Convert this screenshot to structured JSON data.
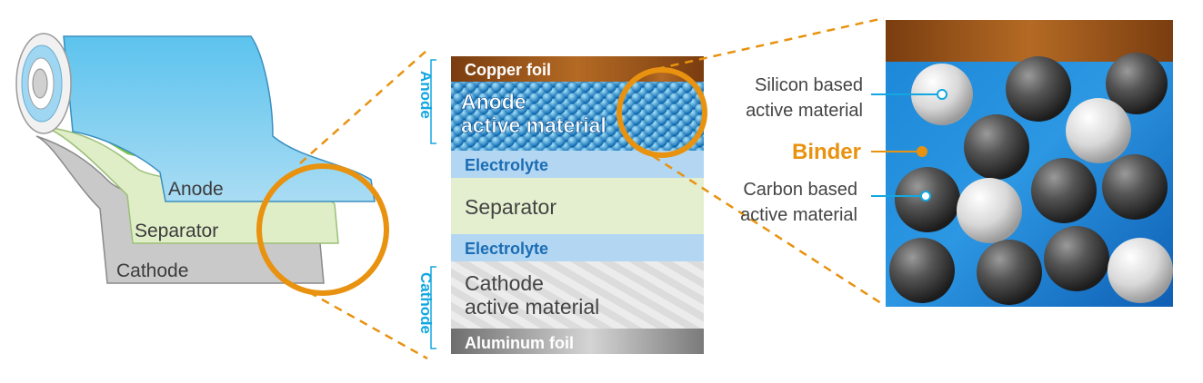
{
  "roll": {
    "anode_label": "Anode",
    "separator_label": "Separator",
    "cathode_label": "Cathode"
  },
  "stack": {
    "anode_bracket": "Anode",
    "cathode_bracket": "Cathode",
    "layers": {
      "copper_foil": "Copper foil",
      "anode_active_line1": "Anode",
      "anode_active_line2": "active material",
      "electrolyte_top": "Electrolyte",
      "separator": "Separator",
      "electrolyte_bottom": "Electrolyte",
      "cathode_active_line1": "Cathode",
      "cathode_active_line2": "active material",
      "aluminum_foil": "Aluminum foil"
    }
  },
  "closeup": {
    "silicon_line1": "Silicon based",
    "silicon_line2": "active material",
    "binder": "Binder",
    "carbon_line1": "Carbon based",
    "carbon_line2": "active material"
  },
  "colors": {
    "accent_orange": "#e8920f",
    "cyan": "#12a7e0",
    "copper": "#8a4a12",
    "label_gray": "#444444"
  }
}
